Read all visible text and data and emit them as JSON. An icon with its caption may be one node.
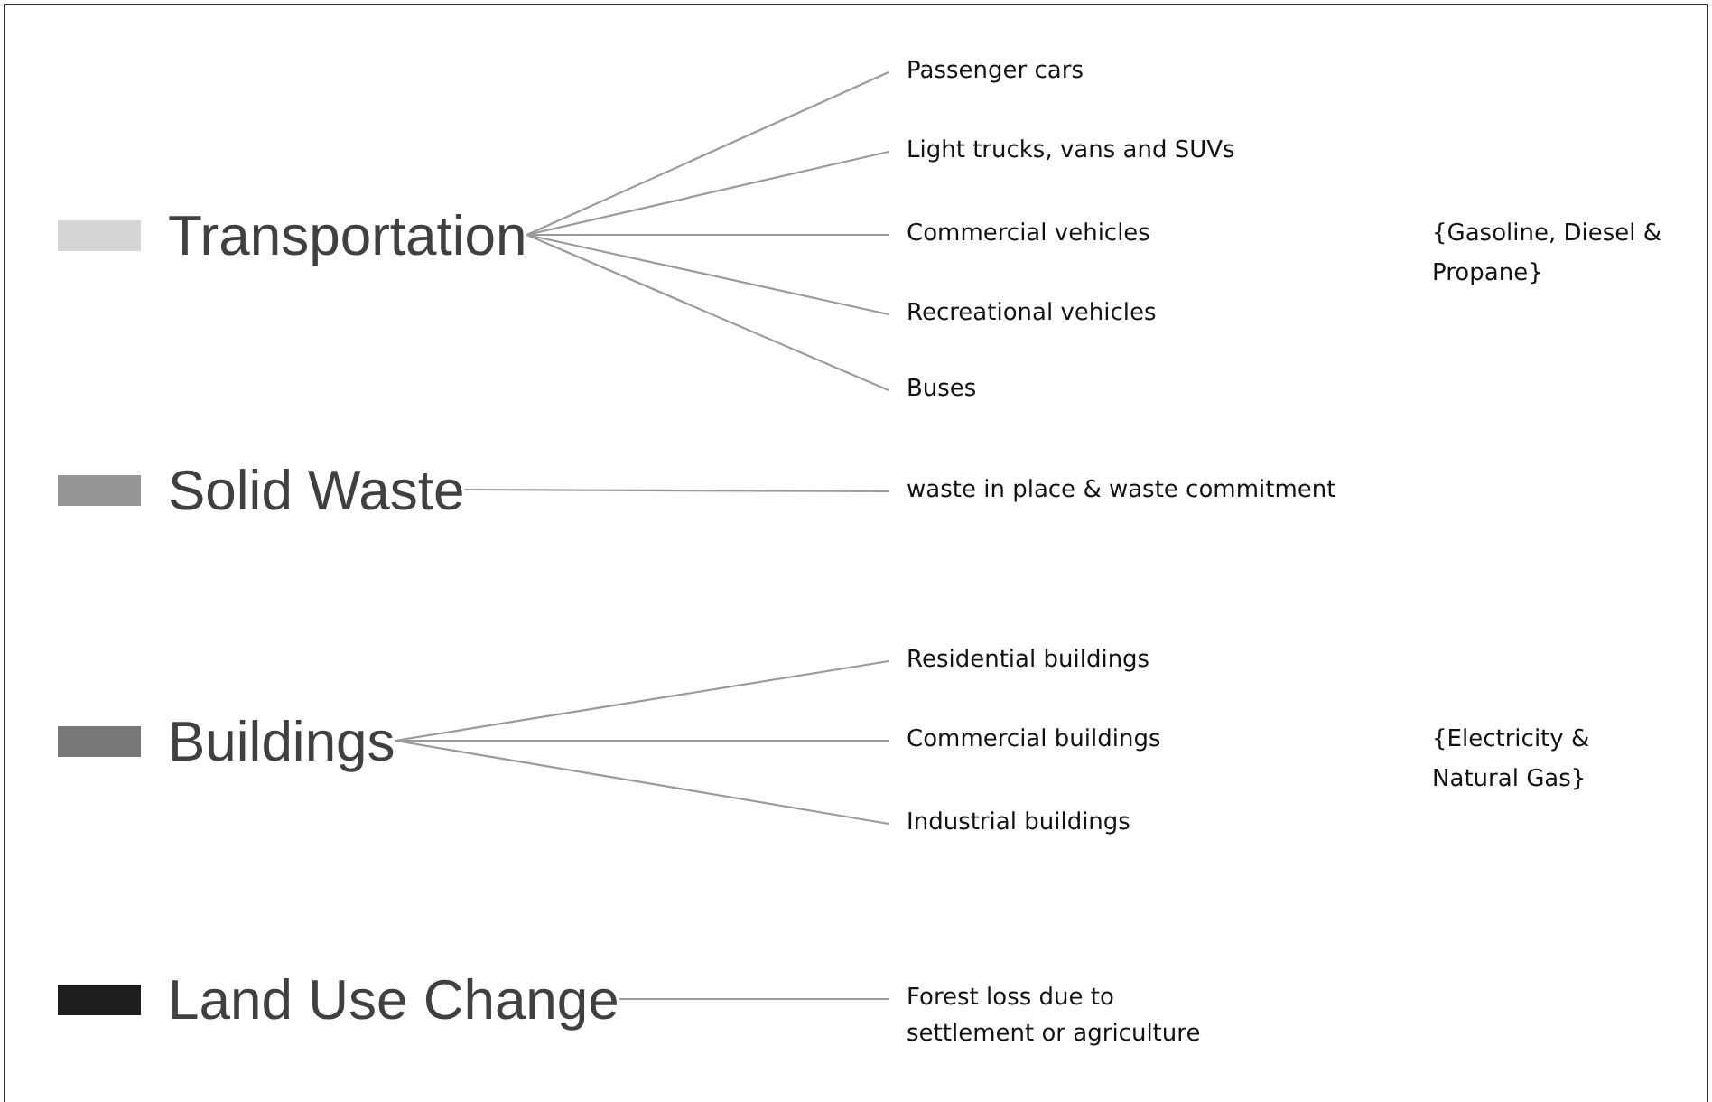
{
  "diagram": {
    "nodes": [
      {
        "text": [
          "Transportation"
        ]
      },
      {
        "text": [
          "Passenger cars"
        ]
      },
      {
        "text": [
          "Light trucks, vans and SUVs"
        ]
      },
      {
        "text": [
          "Commercial vehicles"
        ]
      },
      {
        "text": [
          "Recreational vehicles"
        ]
      },
      {
        "text": [
          "Buses"
        ]
      },
      {
        "text": [
          "Solid Waste"
        ]
      },
      {
        "text": [
          "waste in place & waste commitment"
        ]
      },
      {
        "text": [
          "Buildings"
        ]
      },
      {
        "text": [
          "Residential buildings"
        ]
      },
      {
        "text": [
          "Commercial buildings"
        ]
      },
      {
        "text": [
          "Industrial buildings"
        ]
      },
      {
        "text": [
          "Land Use Change"
        ]
      },
      {
        "text": [
          "Forest loss due to settlement or agriculture"
        ]
      }
    ],
    "edges": [
      {
        "from": 0,
        "to": 1,
        "arrow": "none"
      },
      {
        "from": 0,
        "to": 2,
        "arrow": "none"
      },
      {
        "from": 0,
        "to": 3,
        "arrow": "none"
      },
      {
        "from": 0,
        "to": 4,
        "arrow": "none"
      },
      {
        "from": 0,
        "to": 5,
        "arrow": "none"
      },
      {
        "from": 6,
        "to": 7,
        "arrow": "none"
      },
      {
        "from": 8,
        "to": 9,
        "arrow": "none"
      },
      {
        "from": 8,
        "to": 10,
        "arrow": "none"
      },
      {
        "from": 8,
        "to": 11,
        "arrow": "none"
      },
      {
        "from": 12,
        "to": 13,
        "arrow": "none"
      }
    ],
    "labels": [
      "{Gasoline, Diesel & Propane}",
      "{Electricity & Natural Gas}"
    ]
  }
}
